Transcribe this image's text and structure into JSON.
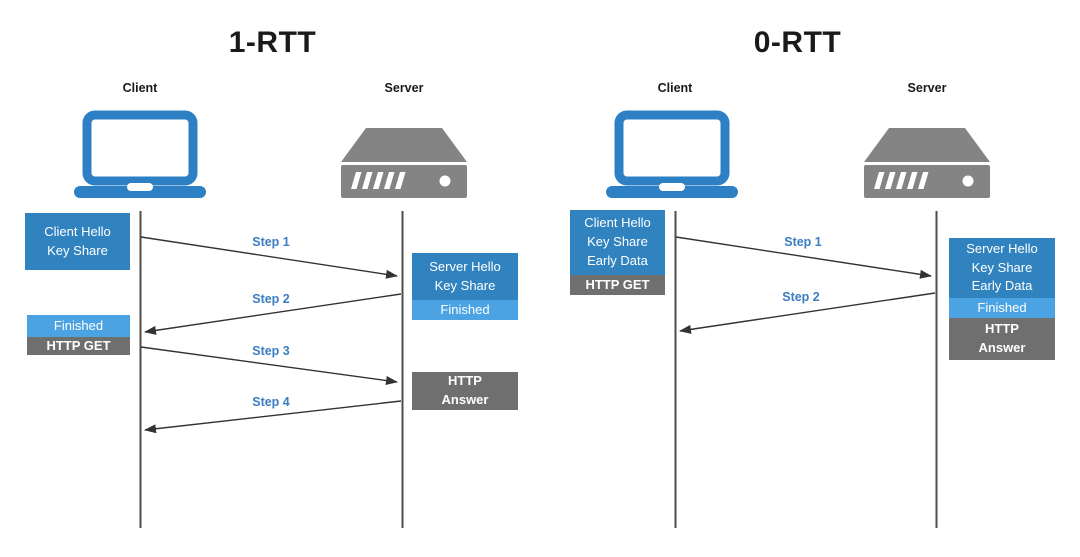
{
  "colors": {
    "box_blue": "#3183bf",
    "box_light_blue": "#4ba3e3",
    "box_gray": "#6f6f6f",
    "icon_blue": "#2d80c4",
    "icon_gray": "#848484",
    "step_label_blue": "#3b7ec2",
    "arrow_black": "#333333",
    "lifeline_gray": "#4d4d4d"
  },
  "d1": {
    "title": "1-RTT",
    "client_label": "Client",
    "server_label": "Server",
    "client_hello": {
      "line1": "Client Hello",
      "line2": "Key Share"
    },
    "server_hello": {
      "line1": "Server Hello",
      "line2": "Key Share",
      "finished": "Finished"
    },
    "client_finished": {
      "finished": "Finished",
      "http_get": "HTTP GET"
    },
    "http_answer": {
      "line1": "HTTP",
      "line2": "Answer"
    },
    "steps": {
      "step1": "Step 1",
      "step2": "Step 2",
      "step3": "Step 3",
      "step4": "Step 4"
    }
  },
  "d2": {
    "title": "0-RTT",
    "client_label": "Client",
    "server_label": "Server",
    "client_hello": {
      "line1": "Client Hello",
      "line2": "Key Share",
      "line3": "Early Data",
      "http_get": "HTTP GET"
    },
    "server_hello": {
      "line1": "Server Hello",
      "line2": "Key Share",
      "line3": "Early Data",
      "finished": "Finished",
      "http_line1": "HTTP",
      "http_line2": "Answer"
    },
    "steps": {
      "step1": "Step 1",
      "step2": "Step 2"
    }
  }
}
